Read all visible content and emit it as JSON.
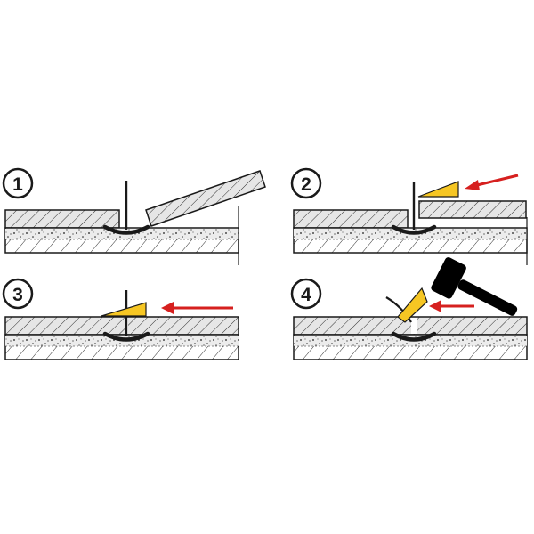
{
  "steps": [
    {
      "number": "1"
    },
    {
      "number": "2"
    },
    {
      "number": "3"
    },
    {
      "number": "4"
    }
  ],
  "colors": {
    "tile_fill": "#e6e6e6",
    "outline": "#1a1a1a",
    "wedge": "#f6c623",
    "arrow": "#d6201f",
    "mallet": "#000000"
  },
  "icons": {
    "wedge": "wedge-icon",
    "arrow": "arrow-left-icon",
    "mallet": "mallet-icon",
    "clip": "leveling-clip-icon"
  }
}
